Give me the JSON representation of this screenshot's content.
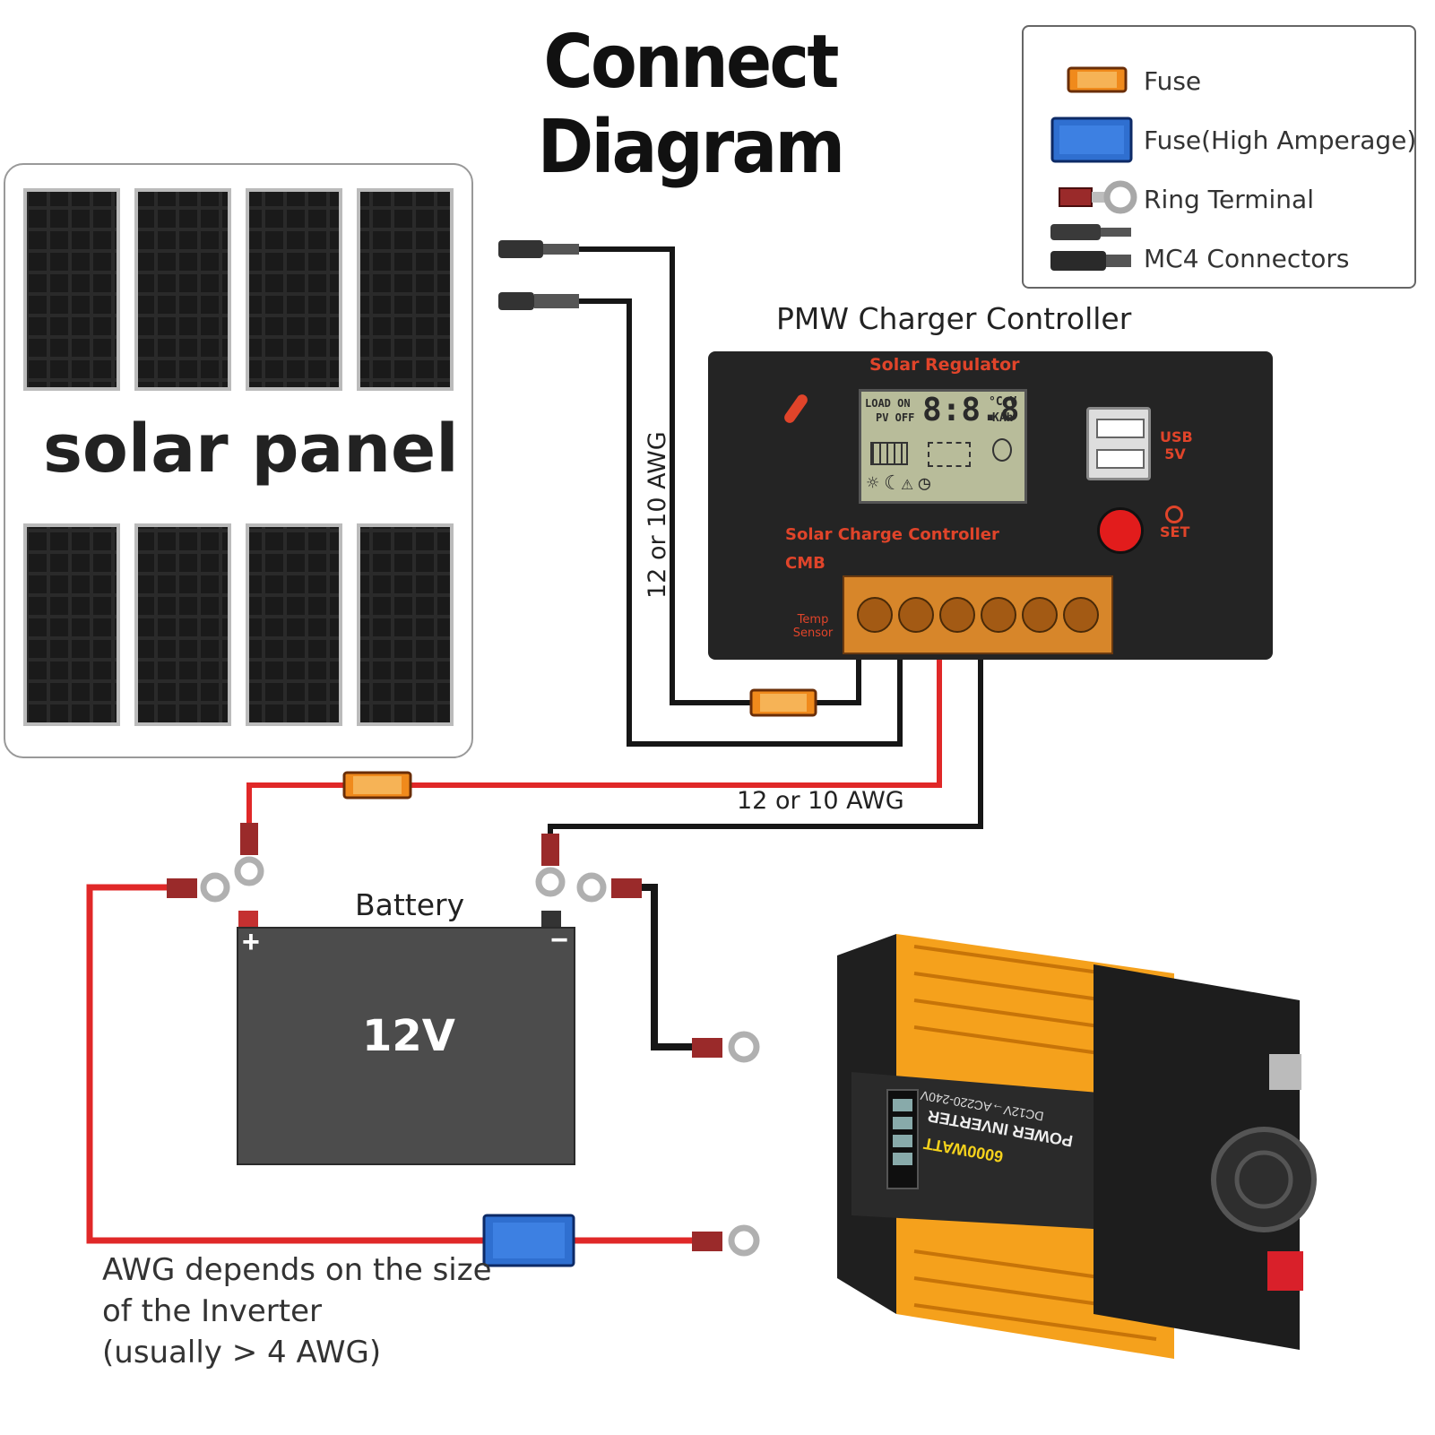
{
  "title": "Connect Diagram",
  "legend": {
    "items": [
      {
        "symbol": "fuse-icon",
        "label": "Fuse",
        "color": "#f08a1c"
      },
      {
        "symbol": "high-amp-fuse-icon",
        "label": "Fuse(High Amperage)",
        "color": "#2f6fd0"
      },
      {
        "symbol": "ring-terminal-icon",
        "label": "Ring Terminal",
        "color": "#9a2a2a"
      },
      {
        "symbol": "mc4-connector-icon",
        "label": "MC4 Connectors",
        "color": "#3a3a3a"
      }
    ]
  },
  "solar_panel": {
    "label": "solar panel"
  },
  "controller": {
    "caption": "PMW Charger Controller",
    "top_label": "Solar Regulator",
    "lcd": {
      "load": "LOAD ON",
      "pv": "PV OFF",
      "digits": "8:8.8",
      "unit1": "°C V",
      "unit2": "KAh"
    },
    "usb_label": "USB 5V",
    "set_label": "SET",
    "bottom_label": "Solar Charge Controller",
    "brand": "CMB",
    "temp_label": "Temp Sensor"
  },
  "wires": {
    "panel_awg": "12 or 10 AWG",
    "battery_awg": "12 or 10 AWG",
    "red": "#e02828",
    "black": "#161616"
  },
  "battery": {
    "label": "Battery",
    "voltage": "12V",
    "positive": "+",
    "negative": "−"
  },
  "inverter_note": {
    "lines": [
      "AWG depends on the size",
      "of the Inverter",
      "(usually  > 4 AWG)"
    ]
  },
  "inverter": {
    "model": "6000WATT",
    "name": "POWER INVERTER",
    "spec": "DC12V→AC220-240V",
    "body_color": "#f5a11c"
  }
}
